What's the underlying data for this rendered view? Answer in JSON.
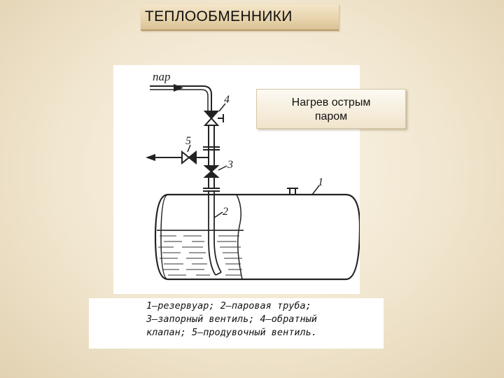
{
  "title": "ТЕПЛООБМЕННИКИ",
  "callout": {
    "line1": "Нагрев острым",
    "line2": "паром"
  },
  "diagram_labels": {
    "steam": "пар",
    "n1": "1",
    "n2": "2",
    "n3": "3",
    "n4": "4",
    "n5": "5"
  },
  "caption": {
    "line1": "1—резервуар; 2—паровая труба;",
    "line2": "3—запорный вентиль; 4—обратный",
    "line3": "клапан; 5—продувочный вентиль."
  }
}
